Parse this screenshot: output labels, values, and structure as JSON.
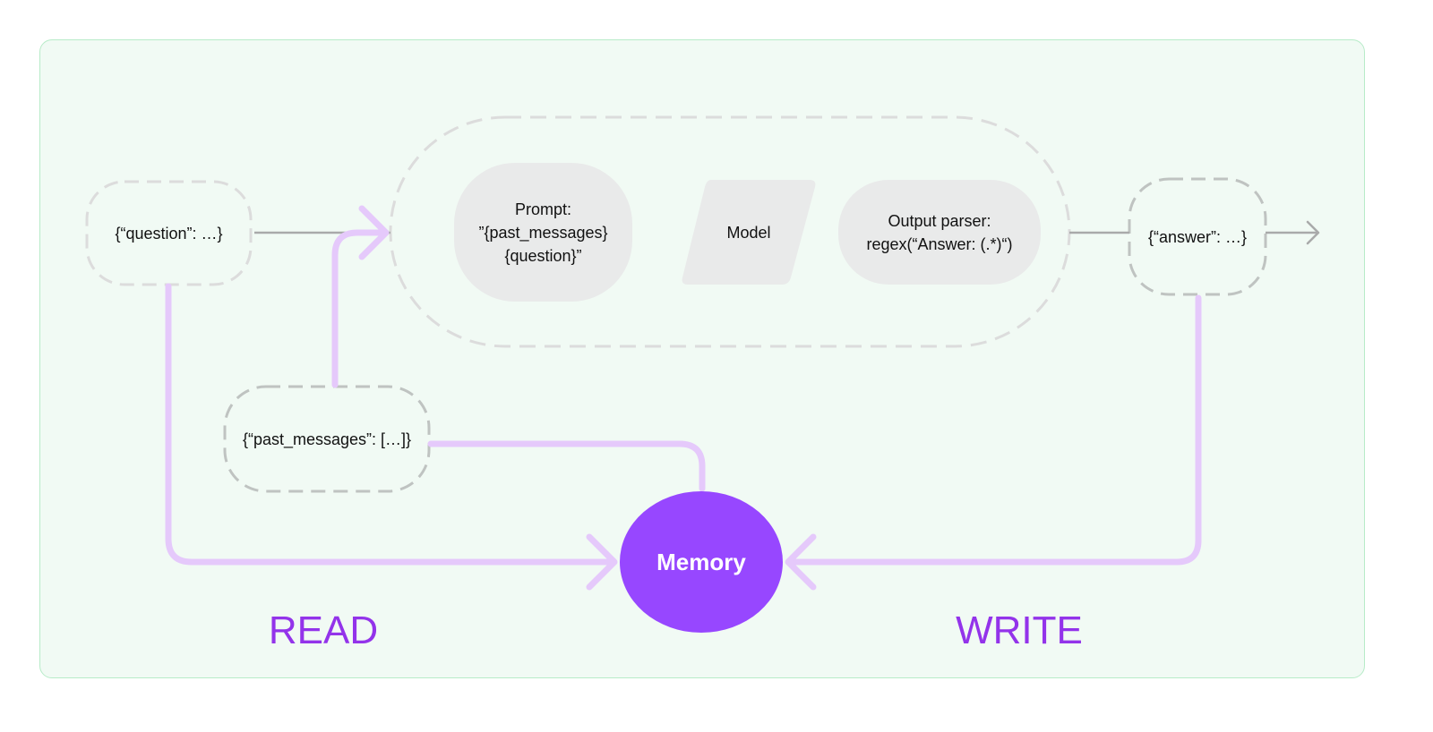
{
  "diagram": {
    "input_node": {
      "text": "{“question”: …}"
    },
    "prompt_node": {
      "text": "Prompt:\n”{past_messages}\n{question}”"
    },
    "model_node": {
      "text": "Model"
    },
    "parser_node": {
      "text": "Output parser:\nregex(“Answer: (.*)“)"
    },
    "output_node": {
      "text": "{“answer”: …}"
    },
    "past_messages_node": {
      "text": "{“past_messages”: […]}"
    },
    "memory_node": {
      "text": "Memory"
    },
    "read_label": "READ",
    "write_label": "WRITE"
  },
  "colors": {
    "panel_bg": "#f1faf4",
    "panel_border": "#b7ebc8",
    "node_fill": "#e9eaea",
    "dashed_border_light": "#dcdcdc",
    "dashed_border_dark": "#bfc3c1",
    "gray_arrow": "#a9aaaa",
    "purple_line": "#e5c9fb",
    "memory_fill": "#9747ff",
    "label_purple": "#9333ea"
  }
}
